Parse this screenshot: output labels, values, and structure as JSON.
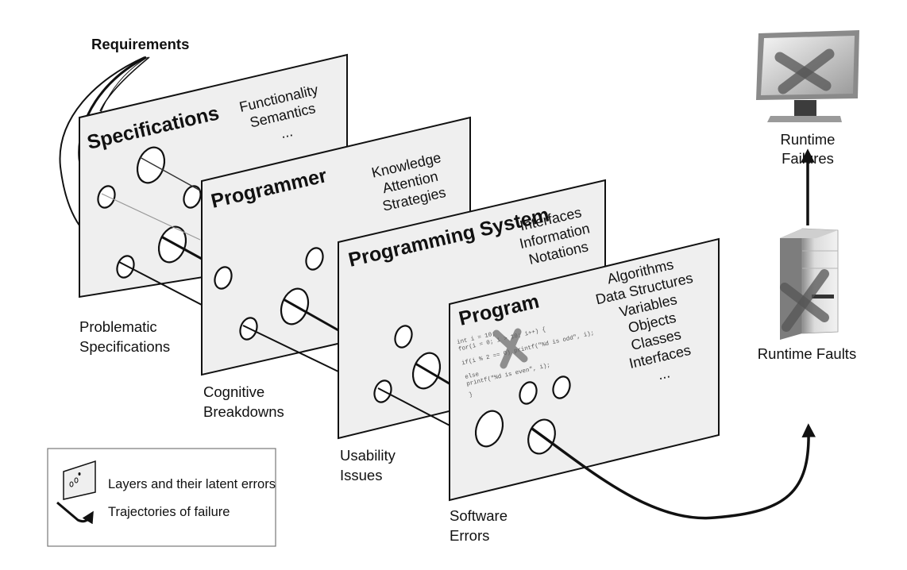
{
  "title": "Layers of software errors and trajectories of failure",
  "requirements_label": "Requirements",
  "layers": [
    {
      "id": "specifications",
      "title": "Specifications",
      "items": [
        "Functionality",
        "Semantics",
        "..."
      ],
      "failure_label": [
        "Problematic",
        "Specifications"
      ]
    },
    {
      "id": "programmer",
      "title": "Programmer",
      "items": [
        "Knowledge",
        "Attention",
        "Strategies"
      ],
      "failure_label": [
        "Cognitive",
        "Breakdowns"
      ]
    },
    {
      "id": "programming-system",
      "title": "Programming System",
      "items": [
        "Interfaces",
        "Information",
        "Notations"
      ],
      "failure_label": [
        "Usability",
        "Issues"
      ]
    },
    {
      "id": "program",
      "title": "Program",
      "items": [
        "Algorithms",
        "Data Structures",
        "Variables",
        "Objects",
        "Classes",
        "Interfaces",
        "..."
      ],
      "failure_label": [
        "Software",
        "Errors"
      ],
      "code_lines": [
        "int i = 10;",
        "for(i = 0; i > 10; i++) {",
        "",
        "  if(i % 2 == 0) printf(\"%d is odd\", i);",
        "    printf(\"%d is odd\", i);",
        "  else",
        "    printf(\"%d is even\", i);",
        "}"
      ]
    }
  ],
  "outcomes": {
    "runtime_faults": "Runtime Faults",
    "runtime_failures": [
      "Runtime",
      "Failures"
    ]
  },
  "icons": {
    "monitor": "monitor-with-x-icon",
    "computer_tower": "computer-tower-with-x-icon"
  },
  "legend": {
    "items": [
      {
        "icon": "layer-icon",
        "label": "Layers and their latent errors"
      },
      {
        "icon": "trajectory-arrow-icon",
        "label": "Trajectories of failure"
      }
    ]
  }
}
